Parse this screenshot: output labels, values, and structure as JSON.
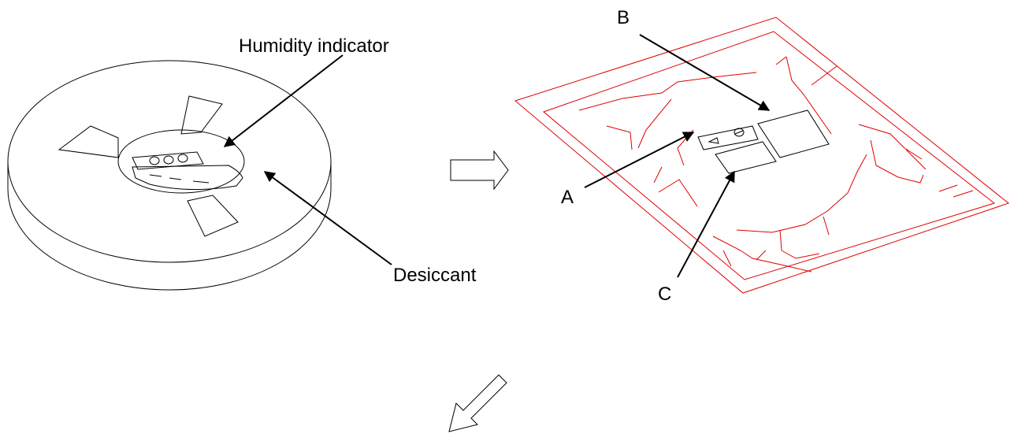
{
  "labels": {
    "humidity_indicator": "Humidity indicator",
    "desiccant": "Desiccant",
    "a": "A",
    "b": "B",
    "c": "C"
  },
  "colors": {
    "line": "#000000",
    "bag": "#e00000",
    "background": "#ffffff"
  }
}
